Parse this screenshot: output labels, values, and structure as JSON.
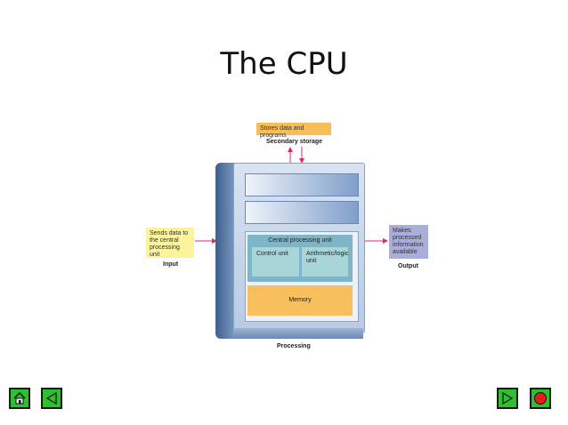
{
  "slide": {
    "title": "The CPU"
  },
  "diagram": {
    "secondary_storage": {
      "note": "Stores data and programs",
      "caption": "Secondary storage"
    },
    "input": {
      "note": "Sends data to the central processing unit",
      "caption": "Input"
    },
    "output": {
      "note": "Makes processed information available",
      "caption": "Output"
    },
    "cpu": {
      "label": "Central processing unit",
      "control_unit": "Control unit",
      "alu": "Arithmetic/logic unit"
    },
    "memory": {
      "label": "Memory"
    },
    "processing": {
      "caption": "Processing"
    },
    "colors": {
      "arrow": "#d6287a",
      "note_storage": "#f7bd57",
      "note_input": "#fbf49a",
      "note_output": "#a9add8",
      "memory": "#f8c05c",
      "cpu": "#7fb5c8"
    }
  },
  "nav": {
    "home_icon": "home-icon",
    "back_icon": "triangle-left-icon",
    "next_icon": "triangle-right-icon",
    "end_icon": "red-circle-icon"
  }
}
